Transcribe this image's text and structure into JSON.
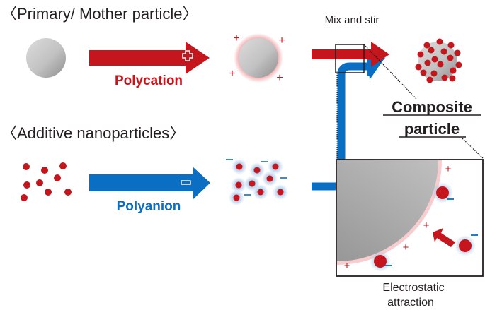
{
  "sections": {
    "primary": {
      "heading": "〈Primary/ Mother particle〉"
    },
    "additive": {
      "heading": "〈Additive nanoparticles〉"
    }
  },
  "arrows": {
    "polycation": {
      "label": "Polycation",
      "sign": "+",
      "color": "#c4161c"
    },
    "polyanion": {
      "label": "Polyanion",
      "sign": "−",
      "color": "#0a6fc2"
    }
  },
  "mix": {
    "label": "Mix and stir"
  },
  "composite": {
    "line1": "Composite",
    "line2": "particle"
  },
  "inset": {
    "caption_line1": "Electrostatic",
    "caption_line2": "attraction"
  },
  "charges": {
    "positive": "+",
    "negative": "−"
  },
  "colors": {
    "red": "#c4161c",
    "blue": "#0a6fc2",
    "text": "#231f20",
    "sphere_light": "#d9d9d9",
    "sphere_dark": "#8f8f8f"
  }
}
